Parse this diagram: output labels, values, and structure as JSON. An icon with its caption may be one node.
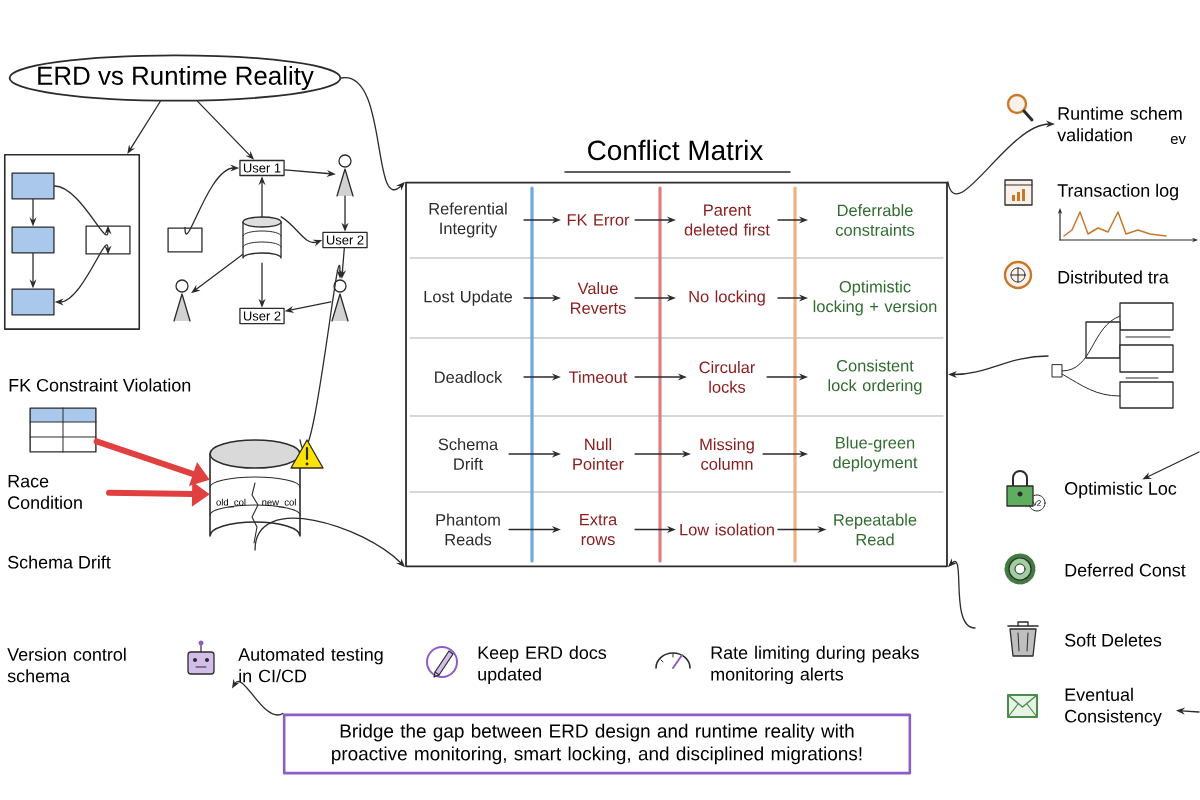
{
  "diagram": {
    "nodes": [
      {
        "text": [
          "ERD vs Runtime Reality"
        ]
      },
      {
        "text": [],
        "shape": "box"
      },
      {
        "text": [],
        "shape": "box",
        "in": 1
      },
      {
        "text": [],
        "shape": "box",
        "in": 1
      },
      {
        "text": [],
        "shape": "box",
        "in": 1
      },
      {
        "text": [],
        "shape": "box",
        "in": 1
      },
      {
        "text": [
          "User 1"
        ]
      },
      {
        "text": [],
        "shape": "box"
      },
      {
        "text": [],
        "shape": "cylinder"
      },
      {
        "text": [],
        "shape": "person"
      },
      {
        "text": [
          "User 2"
        ]
      },
      {
        "text": [],
        "shape": "person"
      },
      {
        "text": [
          "User 2"
        ]
      },
      {
        "text": [],
        "shape": "person"
      },
      {
        "text": [
          "FK Constraint Violation"
        ]
      },
      {
        "text": [
          "Race Condition"
        ]
      },
      {
        "text": [
          "old_col",
          "new_col"
        ]
      },
      {
        "text": [
          "Conflict Matrix"
        ]
      },
      {
        "text": [
          "Referential Integrity"
        ],
        "in": 17
      },
      {
        "text": [
          "FK Error"
        ],
        "in": 17
      },
      {
        "text": [
          "Parent deleted first"
        ],
        "in": 17
      },
      {
        "text": [
          "Deferrable constraints"
        ],
        "in": 17
      },
      {
        "text": [
          "Lost Update"
        ],
        "in": 17
      },
      {
        "text": [
          "Value Reverts"
        ],
        "in": 17
      },
      {
        "text": [
          "No locking"
        ],
        "in": 17
      },
      {
        "text": [
          "Optimistic locking + version"
        ],
        "in": 17
      },
      {
        "text": [
          "Deadlock"
        ],
        "in": 17
      },
      {
        "text": [
          "Timeout"
        ],
        "in": 17
      },
      {
        "text": [
          "Circular locks"
        ],
        "in": 17
      },
      {
        "text": [
          "Consistent lock ordering"
        ],
        "in": 17
      },
      {
        "text": [
          "Schema Drift"
        ],
        "in": 17
      },
      {
        "text": [
          "Null Pointer"
        ],
        "in": 17
      },
      {
        "text": [
          "Missing column"
        ],
        "in": 17
      },
      {
        "text": [
          "Blue-green deployment"
        ],
        "in": 17
      },
      {
        "text": [
          "Phantom Reads"
        ],
        "in": 17
      },
      {
        "text": [
          "Extra rows"
        ],
        "in": 17
      },
      {
        "text": [
          "Low isolation"
        ],
        "in": 17
      },
      {
        "text": [
          "Repeatable Read"
        ],
        "in": 17
      },
      {
        "text": [
          "Runtime schem validation"
        ]
      },
      {
        "text": [],
        "shape": "picture"
      },
      {
        "text": [
          "Optimistic Loc"
        ]
      },
      {
        "text": [
          "Eventual Consistency"
        ]
      },
      {
        "text": [
          "Automated testing in CI/CD"
        ]
      },
      {
        "text": [
          "Bridge the gap between ERD design and runtime reality with proactive monitoring, smart locking, and disciplined migrations!"
        ]
      }
    ],
    "edges": [
      {
        "from": 0,
        "to": 1,
        "arrow": "to"
      },
      {
        "from": 0,
        "to": 6,
        "arrow": "to"
      },
      {
        "from": 0,
        "to": 17,
        "arrow": "to"
      },
      {
        "from": 2,
        "to": 3,
        "arrow": "to"
      },
      {
        "from": 3,
        "to": 4,
        "arrow": "to"
      },
      {
        "from": 2,
        "to": 5,
        "arrow": "to"
      },
      {
        "from": 5,
        "to": 4,
        "arrow": "both"
      },
      {
        "from": 8,
        "to": 6,
        "arrow": "to"
      },
      {
        "from": 7,
        "to": 6,
        "arrow": "to"
      },
      {
        "from": 6,
        "to": 9,
        "arrow": "to"
      },
      {
        "from": 9,
        "to": 10,
        "arrow": "to"
      },
      {
        "from": 8,
        "to": 10,
        "arrow": "to"
      },
      {
        "from": 10,
        "to": 11,
        "arrow": "to"
      },
      {
        "from": 11,
        "to": 12,
        "arrow": "to"
      },
      {
        "from": 8,
        "to": 12,
        "arrow": "to"
      },
      {
        "from": 8,
        "to": 13,
        "arrow": "to"
      },
      {
        "from": 14,
        "to": 16,
        "arrow": "to",
        "style": "thick",
        "color": "#e04040"
      },
      {
        "from": 15,
        "to": 16,
        "arrow": "to",
        "style": "thick",
        "color": "#e04040"
      },
      {
        "from": 16,
        "to": 11,
        "arrow": "to"
      },
      {
        "from": 16,
        "to": 17,
        "arrow": "to"
      },
      {
        "from": 18,
        "to": 19,
        "arrow": "to"
      },
      {
        "from": 19,
        "to": 20,
        "arrow": "to"
      },
      {
        "from": 20,
        "to": 21,
        "arrow": "to"
      },
      {
        "from": 22,
        "to": 23,
        "arrow": "to"
      },
      {
        "from": 23,
        "to": 24,
        "arrow": "to"
      },
      {
        "from": 24,
        "to": 25,
        "arrow": "to"
      },
      {
        "from": 26,
        "to": 27,
        "arrow": "to"
      },
      {
        "from": 27,
        "to": 28,
        "arrow": "to"
      },
      {
        "from": 28,
        "to": 29,
        "arrow": "to"
      },
      {
        "from": 30,
        "to": 31,
        "arrow": "to"
      },
      {
        "from": 31,
        "to": 32,
        "arrow": "to"
      },
      {
        "from": 32,
        "to": 33,
        "arrow": "to"
      },
      {
        "from": 34,
        "to": 35,
        "arrow": "to"
      },
      {
        "from": 35,
        "to": 36,
        "arrow": "to"
      },
      {
        "from": 36,
        "to": 37,
        "arrow": "to"
      },
      {
        "from": 17,
        "to": 38,
        "arrow": "to"
      },
      {
        "from": 39,
        "to": 17,
        "arrow": "to"
      },
      {
        "from": null,
        "to": 17,
        "arrow": "to"
      },
      {
        "from": null,
        "to": 40,
        "arrow": "to"
      },
      {
        "from": null,
        "to": 41,
        "arrow": "to"
      },
      {
        "from": 43,
        "to": 42,
        "arrow": "to"
      }
    ],
    "labels": [
      "Schema Drift",
      "ev",
      "Transaction log",
      "Distributed tra",
      "v2",
      "Deferred Const",
      "Soft Deletes",
      "Version control schema",
      "Keep ERD docs updated",
      "Rate limiting during peaks monitoring alerts"
    ]
  }
}
